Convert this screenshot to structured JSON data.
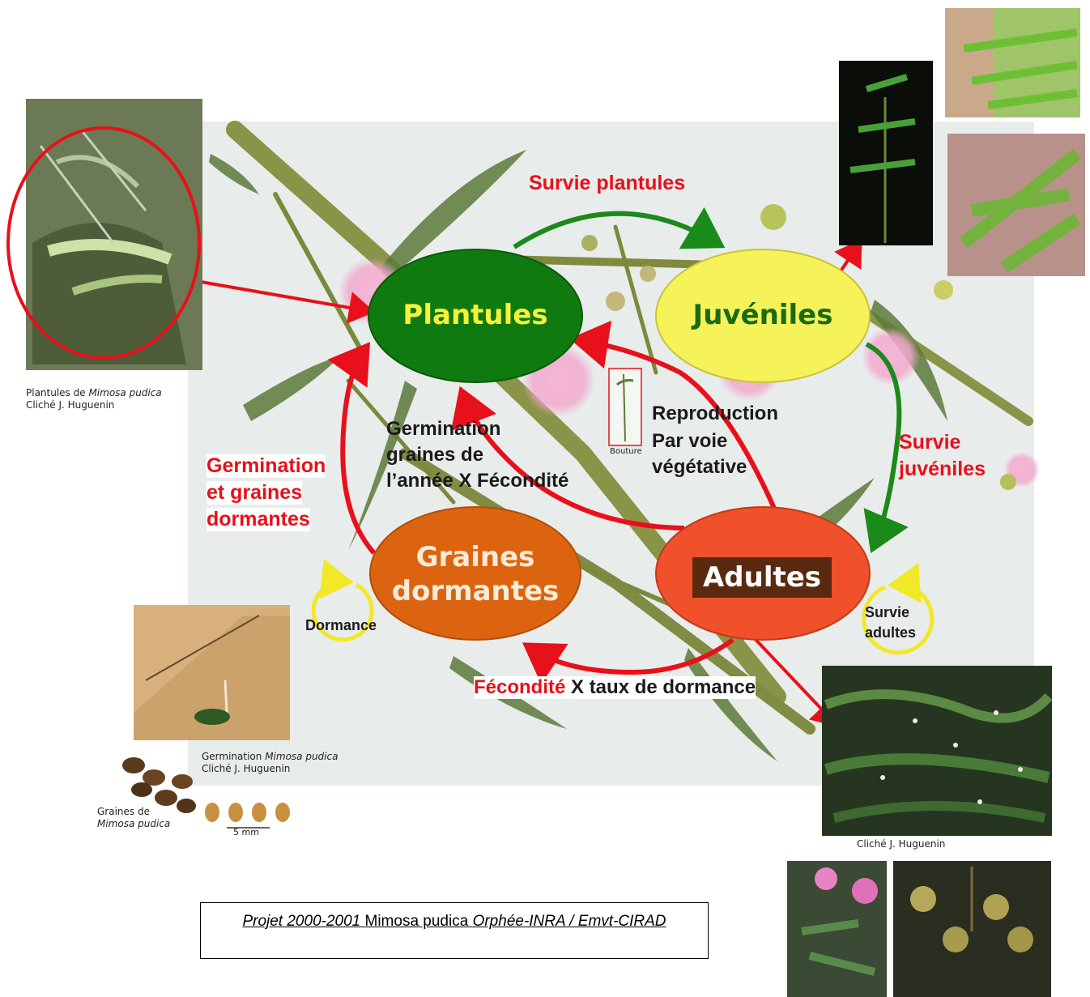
{
  "nodes": {
    "plantules": "Plantules",
    "juveniles": "Juvéniles",
    "graines_line1": "Graines",
    "graines_line2": "dormantes",
    "adultes": "Adultes"
  },
  "edges": {
    "survie_plantules": "Survie plantules",
    "survie_juveniles_line1": "Survie",
    "survie_juveniles_line2": "juvéniles",
    "germination_line1": "Germination",
    "germination_line2": "et graines",
    "germination_line3": "dormantes",
    "germination_annee_line1": "Germination",
    "germination_annee_line2": "graines de",
    "germination_annee_line3": "l’année X Fécondité",
    "reproduction_line1": "Reproduction",
    "reproduction_line2": "Par voie",
    "reproduction_line3": "végétative",
    "bouture": "Bouture",
    "dormance": "Dormance",
    "survie_adultes_line1": "Survie",
    "survie_adultes_line2": "adultes",
    "fecondite_red": "Fécondité",
    "fecondite_rest": " X taux de dormance"
  },
  "captions": {
    "plantules_line1_prefix": "Plantules de ",
    "plantules_line1_species": "Mimosa pudica",
    "plantules_line2": "Cliché J. Huguenin",
    "germination_prefix": "Germination ",
    "germination_species": "Mimosa pudica",
    "germination_credit": "Cliché J. Huguenin",
    "graines_line1": "Graines de",
    "graines_line2": "Mimosa pudica",
    "scale": "5 mm",
    "adultes_credit": "Cliché J. Huguenin"
  },
  "footer": {
    "project": "Projet 2000-2001",
    "species": " Mimosa pudica ",
    "orgs": "Orphée-INRA / Emvt-CIRAD"
  },
  "colors": {
    "plantules": "#0f7a10",
    "juveniles": "#f6f25a",
    "graines": "#dc6410",
    "adultes": "#f0502a",
    "red_arrow": "#e8101a",
    "green_arrow": "#1a8a1a",
    "yellow_loop": "#f2e82a"
  }
}
